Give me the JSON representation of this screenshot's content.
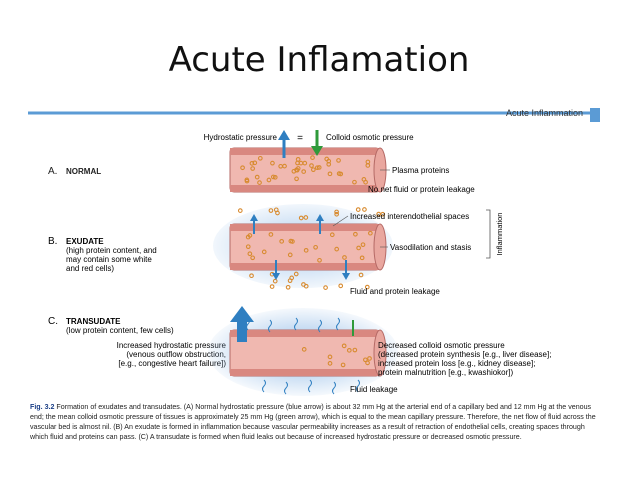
{
  "slide": {
    "title": "Acute Inflamation"
  },
  "figure": {
    "header": "Acute Inflammation",
    "panel_a": {
      "letter": "A.",
      "title": "NORMAL",
      "hydrostatic_label": "Hydrostatic pressure",
      "equals_sign": "=",
      "colloid_label": "Colloid osmotic pressure",
      "plasma_label": "Plasma proteins",
      "no_leak_label": "No net fluid or protein leakage"
    },
    "panel_b": {
      "letter": "B.",
      "title": "EXUDATE",
      "desc_line1": "(high protein content, and",
      "desc_line2": "may contain some white",
      "desc_line3": "and red cells)",
      "interendothelial_label": "Increased interendothelial spaces",
      "vasodilation_label": "Vasodilation and stasis",
      "leak_label": "Fluid and protein leakage",
      "bracket_label": "Inflammation"
    },
    "panel_c": {
      "letter": "C.",
      "title": "TRANSUDATE",
      "desc_line1": "(low protein content, few cells)",
      "left_line1": "Increased hydrostatic pressure",
      "left_line2": "(venous outflow obstruction,",
      "left_line3": "[e.g., congestive heart failure])",
      "right_line1": "Decreased colloid osmotic pressure",
      "right_line2": "(decreased protein synthesis [e.g., liver disease];",
      "right_line3": "increased protein loss [e.g., kidney disease];",
      "right_line4": "protein malnutrition [e.g., kwashiokor])",
      "leak_label": "Fluid leakage"
    },
    "caption": {
      "label": "Fig. 3.2",
      "text": " Formation of exudates and transudates. (A) Normal hydrostatic pressure (blue arrow) is about 32 mm Hg at the arterial end of a capillary bed and 12 mm Hg at the venous end; the mean colloid osmotic pressure of tissues is approximately 25 mm Hg (green arrow), which is equal to the mean capillary pressure. Therefore, the net flow of fluid across the vascular bed is almost nil. (B) An exudate is formed in inflammation because vascular permeability increases as a result of retraction of endothelial cells, creating spaces through which fluid and proteins can pass. (C) A transudate is formed when fluid leaks out because of increased hydrostatic pressure or decreased osmotic pressure."
    },
    "colors": {
      "vessel_fill": "#f0b8b0",
      "vessel_wall": "#d98880",
      "wall_outline": "#b56a66",
      "lumen": "#f8d8cc",
      "protein": "#d88b30",
      "hydrostatic_arrow": "#2f7fc1",
      "colloid_arrow": "#2f9a3a",
      "leak_glow": "#9ec3ea",
      "header_bar": "#5b9bd5"
    }
  }
}
